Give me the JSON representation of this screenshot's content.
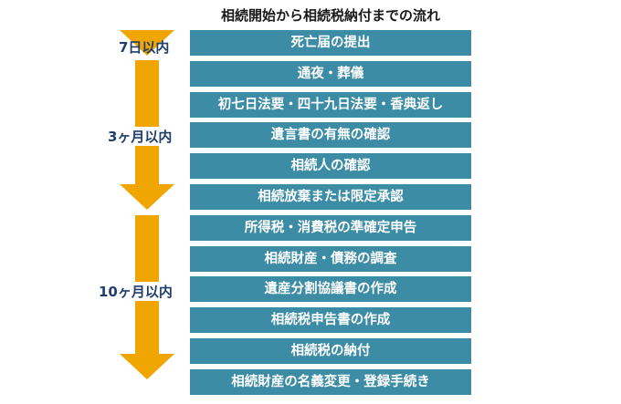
{
  "title": "相続開始から相続税納付までの流れ",
  "periods": [
    {
      "label": "7日以内"
    },
    {
      "label": "3ヶ月以内"
    },
    {
      "label": "10ヶ月以内"
    }
  ],
  "steps": [
    "死亡届の提出",
    "通夜・葬儀",
    "初七日法要・四十九日法要・香典返し",
    "遺言書の有無の確認",
    "相続人の確認",
    "相続放棄または限定承認",
    "所得税・消費税の準確定申告",
    "相続財産・債務の調査",
    "遺産分割協議書の作成",
    "相続税申告書の作成",
    "相続税の納付",
    "相続財産の名義変更・登録手続き"
  ],
  "colors": {
    "step_fill": "#3c8ca6",
    "arrow": "#f0a500",
    "period_text": "#1f3f6e"
  }
}
